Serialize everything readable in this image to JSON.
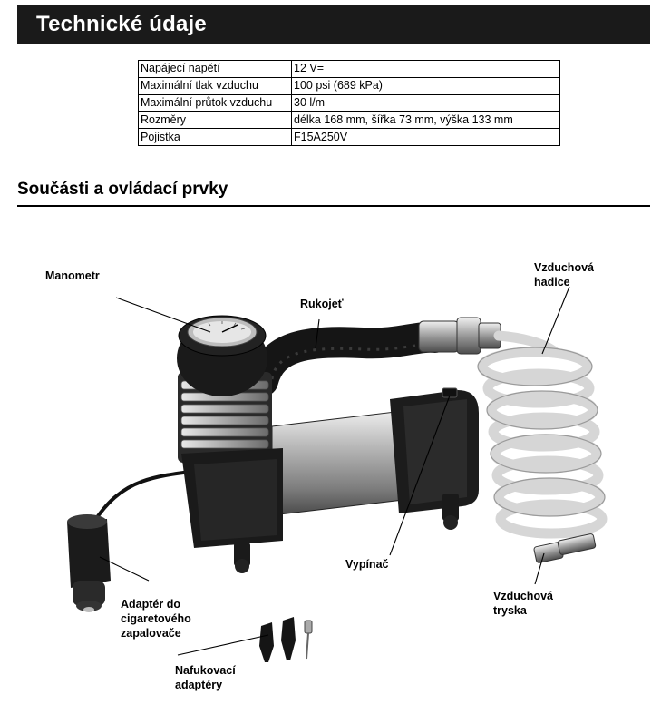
{
  "header": {
    "title": "Technické údaje"
  },
  "specs": {
    "rows": [
      {
        "label": "Napájecí napětí",
        "value": "12 V="
      },
      {
        "label": "Maximální tlak vzduchu",
        "value": "100 psi (689 kPa)"
      },
      {
        "label": "Maximální průtok vzduchu",
        "value": "30 l/m"
      },
      {
        "label": "Rozměry",
        "value": "délka 168 mm, šířka 73 mm, výška 133 mm"
      },
      {
        "label": "Pojistka",
        "value": "F15A250V"
      }
    ]
  },
  "parts": {
    "title": "Součásti a ovládací prvky",
    "labels": {
      "gauge": "Manometr",
      "handle": "Rukojeť",
      "hose_1": "Vzduchová",
      "hose_2": "hadice",
      "switch": "Vypínač",
      "nozzle_1": "Vzduchová",
      "nozzle_2": "tryska",
      "adapter_1": "Adaptér do",
      "adapter_2": "cigaretového",
      "adapter_3": "zapalovače",
      "inflation_1": "Nafukovací",
      "inflation_2": "adaptéry"
    }
  }
}
